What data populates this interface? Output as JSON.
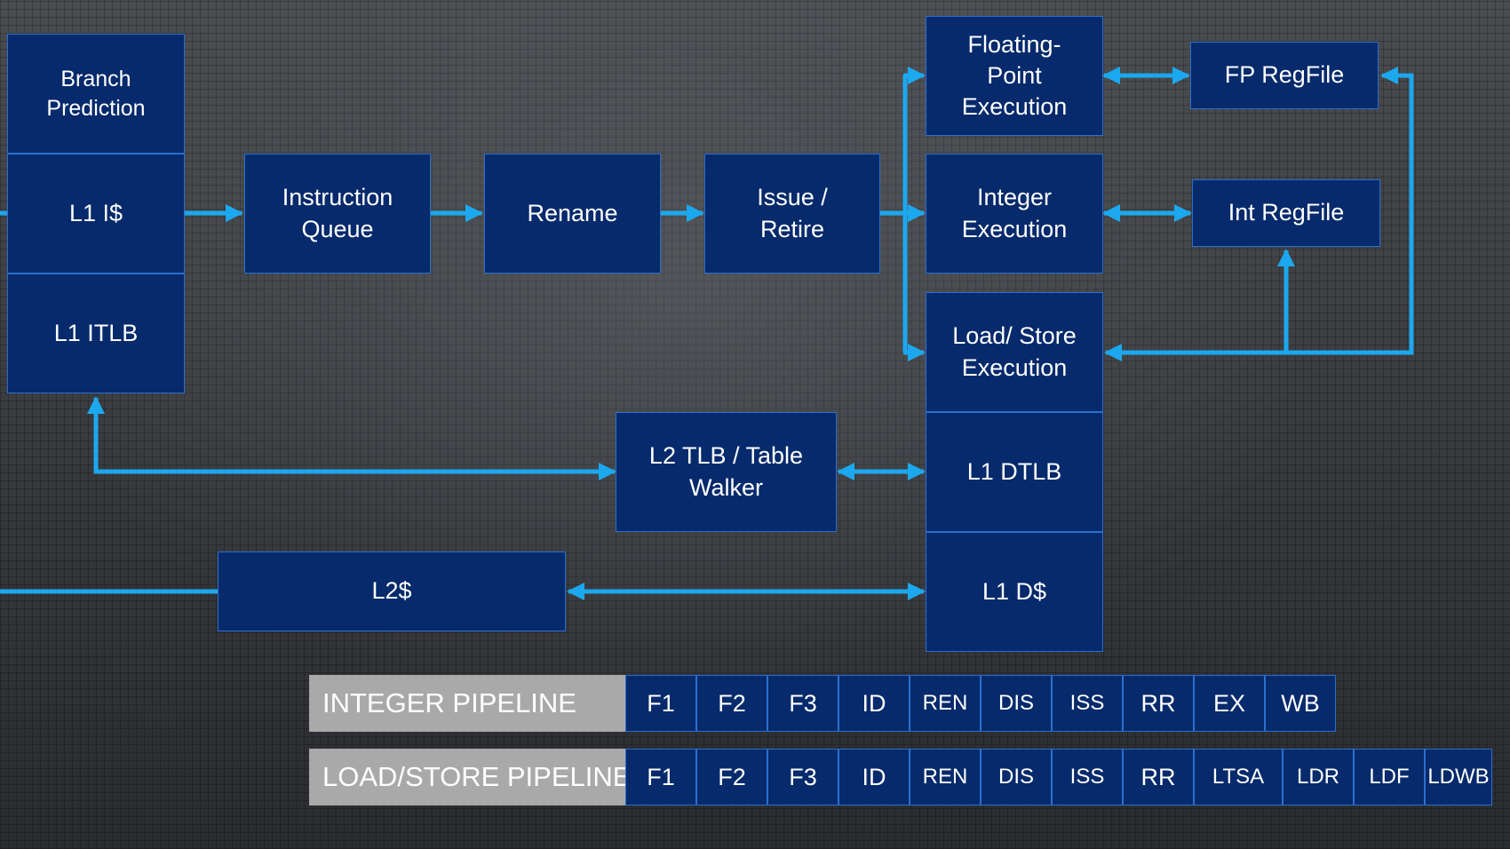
{
  "blocks": {
    "branch_prediction": "Branch\nPrediction",
    "l1_icache": "L1 I$",
    "l1_itlb": "L1 ITLB",
    "instruction_queue": "Instruction\nQueue",
    "rename": "Rename",
    "issue_retire": "Issue /\nRetire",
    "fp_execution": "Floating-\nPoint\nExecution",
    "fp_regfile": "FP RegFile",
    "int_execution": "Integer\nExecution",
    "int_regfile": "Int RegFile",
    "ls_execution": "Load/ Store\nExecution",
    "l2_tlb": "L2 TLB / Table\nWalker",
    "l1_dtlb": "L1 DTLB",
    "l2_cache": "L2$",
    "l1_dcache": "L1 D$"
  },
  "pipelines": {
    "integer": {
      "label": "INTEGER PIPELINE",
      "stages": [
        "F1",
        "F2",
        "F3",
        "ID",
        "REN",
        "DIS",
        "ISS",
        "RR",
        "EX",
        "WB"
      ]
    },
    "load_store": {
      "label": "LOAD/STORE PIPELINE",
      "stages": [
        "F1",
        "F2",
        "F3",
        "ID",
        "REN",
        "DIS",
        "ISS",
        "RR",
        "LTSA",
        "LDR",
        "LDF",
        "LDWB"
      ]
    }
  },
  "colors": {
    "block_fill": "#062a6b",
    "block_border": "#2a6fd0",
    "wire": "#1ca8ee",
    "pipeline_label_fill": "#a9a9a9"
  }
}
